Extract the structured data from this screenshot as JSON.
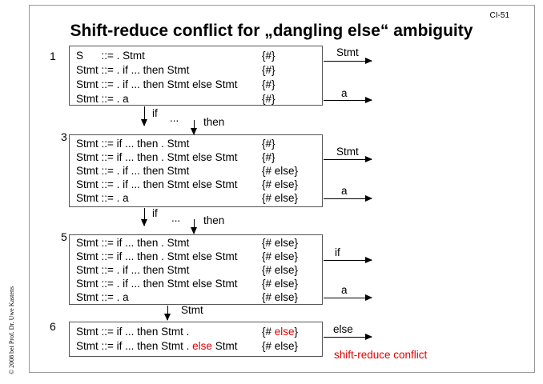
{
  "slide": {
    "number": "CI-51",
    "title": "Shift-reduce conflict for „dangling else“ ambiguity",
    "copyright": "© 2008 bei Prof. Dr. Uwe Kastens"
  },
  "states": [
    {
      "number": "1",
      "items": [
        {
          "rule": "S      ::= . Stmt",
          "la": "{#}"
        },
        {
          "rule": "Stmt ::= . if ... then Stmt",
          "la": "{#}"
        },
        {
          "rule": "Stmt ::= . if ... then Stmt else Stmt",
          "la": "{#}"
        },
        {
          "rule": "Stmt ::= . a",
          "la": "{#}"
        }
      ]
    },
    {
      "number": "3",
      "items": [
        {
          "rule": "Stmt ::= if ... then . Stmt",
          "la": "{#}"
        },
        {
          "rule": "Stmt ::= if ... then . Stmt else Stmt",
          "la": "{#}"
        },
        {
          "rule": "Stmt ::= . if ... then Stmt",
          "la": "{# else}"
        },
        {
          "rule": "Stmt ::= . if ... then Stmt else Stmt",
          "la": "{# else}"
        },
        {
          "rule": "Stmt ::= . a",
          "la": "{# else}"
        }
      ]
    },
    {
      "number": "5",
      "items": [
        {
          "rule": "Stmt ::= if ... then . Stmt",
          "la": "{# else}"
        },
        {
          "rule": "Stmt ::= if ... then . Stmt else Stmt",
          "la": "{# else}"
        },
        {
          "rule": "Stmt ::= . if ... then Stmt",
          "la": "{# else}"
        },
        {
          "rule": "Stmt ::= . if ... then Stmt else Stmt",
          "la": "{# else}"
        },
        {
          "rule": "Stmt ::= . a",
          "la": "{# else}"
        }
      ]
    },
    {
      "number": "6",
      "items": [
        {
          "rule": "Stmt ::= if ... then Stmt .",
          "la_open": "{# ",
          "la_red": "else",
          "la_close": "}"
        },
        {
          "rule_pre": "Stmt ::= if ... then Stmt . ",
          "rule_red": "else",
          "rule_post": " Stmt",
          "la": "{# else}"
        }
      ]
    }
  ],
  "transitions": {
    "s1_stmt": "Stmt",
    "s1_a": "a",
    "s1_if": "if",
    "s1_dots": "...",
    "s1_then": "then",
    "s3_stmt": "Stmt",
    "s3_a": "a",
    "s3_if": "if",
    "s3_dots": "...",
    "s3_then": "then",
    "s5_if": "if",
    "s5_a": "a",
    "s5_stmt": "Stmt",
    "s6_else": "else"
  },
  "conflict_label": "shift-reduce conflict",
  "colors": {
    "highlight": "#e00000"
  }
}
